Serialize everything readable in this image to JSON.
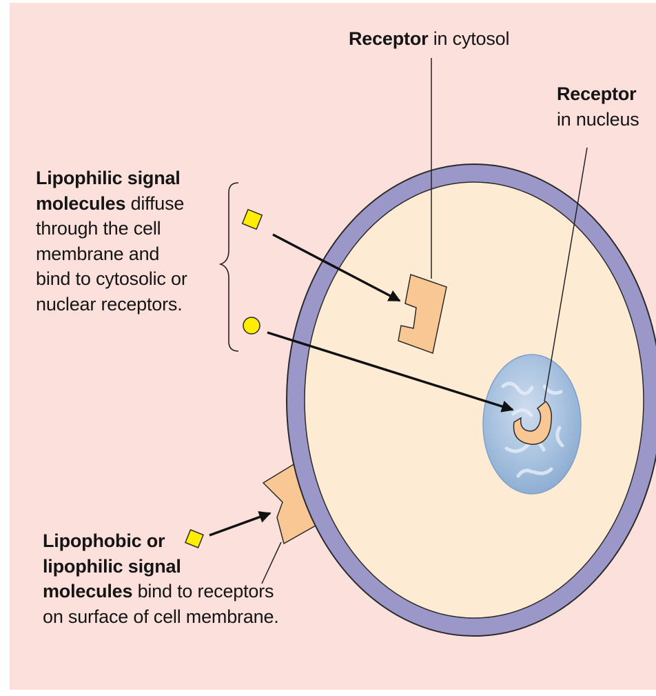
{
  "colors": {
    "background": "#fbe0dc",
    "membrane": "#9b97c9",
    "cytoplasm": "#fdebd4",
    "receptor": "#f9c793",
    "signal_molecule": "#ffee00",
    "nucleus": "#a9c3e0",
    "text": "#151515"
  },
  "labels": {
    "cytosol_receptor": {
      "bold": "Receptor",
      "rest": " in cytosol"
    },
    "nuclear_receptor": {
      "bold": "Receptor",
      "rest": "in nucleus"
    },
    "lipophilic": {
      "line1": "Lipophilic signal",
      "line2_bold": "molecules",
      "line2_rest": " diffuse",
      "line3": "through the cell",
      "line4": "membrane and",
      "line5": "bind to cytosolic or",
      "line6": "nuclear receptors."
    },
    "lipophobic": {
      "line1": "Lipophobic or",
      "line2": "lipophilic signal",
      "line3_bold": "molecules",
      "line3_rest": " bind to receptors",
      "line4": "on surface of cell membrane."
    }
  },
  "icons": [
    "square-signal-molecule-icon",
    "round-signal-molecule-icon",
    "cytosolic-receptor-icon",
    "nuclear-receptor-icon",
    "surface-receptor-icon",
    "nucleus-icon",
    "brace-icon"
  ]
}
